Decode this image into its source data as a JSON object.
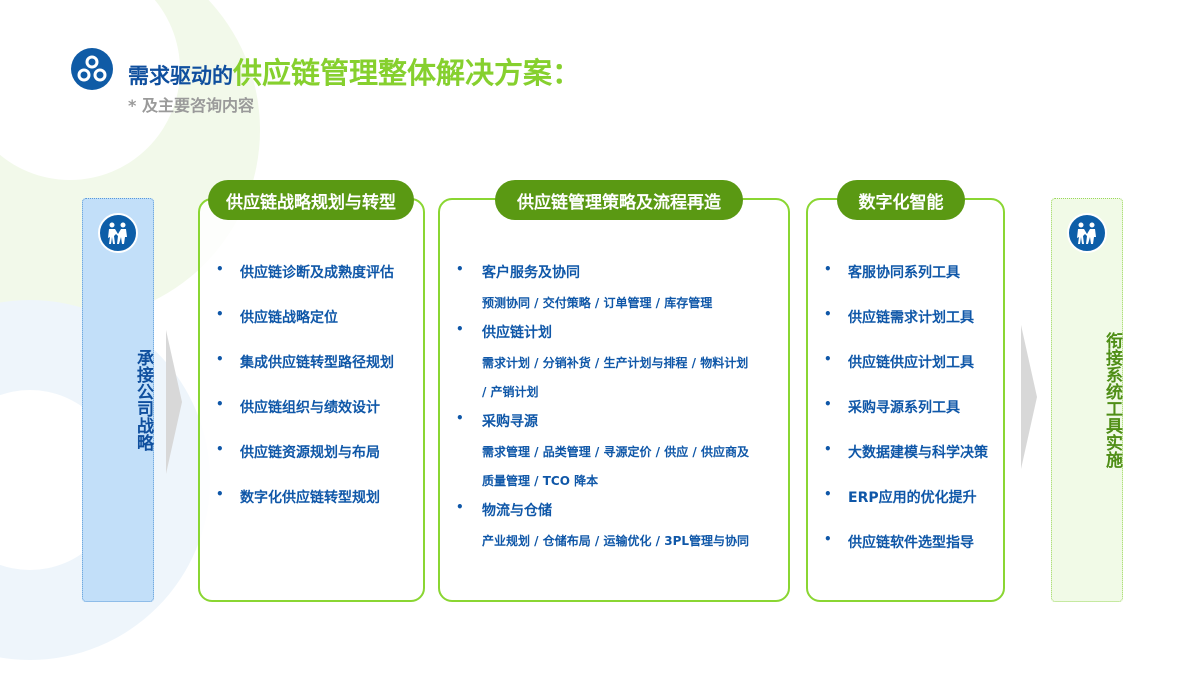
{
  "header": {
    "title_part1": "需求驱动的",
    "title_part2": "供应链管理整体解决方案：",
    "subtitle": "* 及主要咨询内容"
  },
  "left_panel": {
    "label": "承接公司战略",
    "icon": "handshake-people-icon"
  },
  "right_panel": {
    "label": "衔接系统工具实施",
    "icon": "handshake-people-icon"
  },
  "columns": [
    {
      "title": "供应链战略规划与转型",
      "items": [
        "供应链诊断及成熟度评估",
        "供应链战略定位",
        "集成供应链转型路径规划",
        "供应链组织与绩效设计",
        "供应链资源规划与布局",
        "数字化供应链转型规划"
      ]
    },
    {
      "title": "供应链管理策略及流程再造",
      "groups": [
        {
          "heading": "客户服务及协同",
          "details": [
            "预测协同 / 交付策略 / 订单管理 / 库存管理"
          ]
        },
        {
          "heading": "供应链计划",
          "details": [
            "需求计划 / 分销补货 / 生产计划与排程 / 物料计划",
            "/ 产销计划"
          ]
        },
        {
          "heading": "采购寻源",
          "details": [
            "需求管理 / 品类管理 / 寻源定价 / 供应 / 供应商及",
            "质量管理 / TCO 降本"
          ]
        },
        {
          "heading": "物流与仓储",
          "details": [
            "产业规划 / 仓储布局 / 运输优化 / 3PL管理与协同"
          ]
        }
      ]
    },
    {
      "title": "数字化智能",
      "items": [
        "客服协同系列工具",
        "供应链需求计划工具",
        "供应链供应计划工具",
        "采购寻源系列工具",
        "大数据建模与科学决策",
        "ERP应用的优化提升",
        "供应链软件选型指导"
      ]
    }
  ],
  "bullet": "•"
}
